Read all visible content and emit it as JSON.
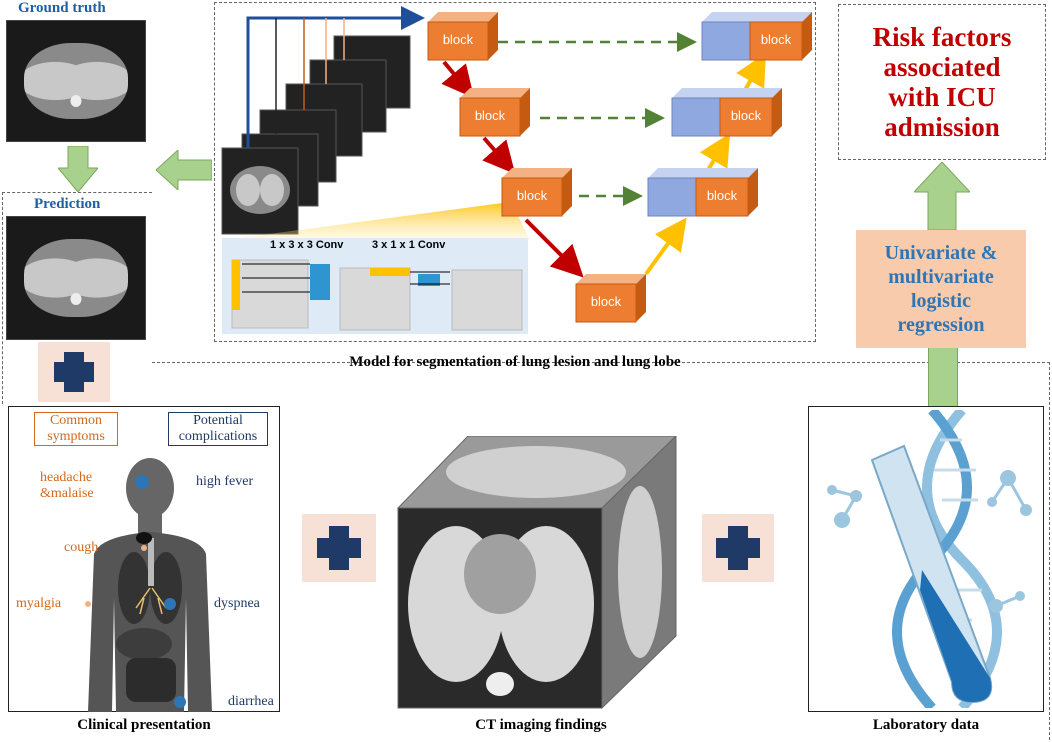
{
  "ground_truth": "Ground truth",
  "prediction": "Prediction",
  "model_caption": "Model for segmentation of lung lesion and lung lobe",
  "block_label": "block",
  "conv1": "1 x 3 x 3 Conv",
  "conv2": "3 x 1 x 1 Conv",
  "risk_line1": "Risk factors",
  "risk_line2": "associated",
  "risk_line3": "with  ICU",
  "risk_line4": "admission",
  "regression_line1": "Univariate &",
  "regression_line2": "multivariate",
  "regression_line3": "logistic",
  "regression_line4": "regression",
  "common_symptoms_1": "Common",
  "common_symptoms_2": "symptoms",
  "potential_complications_1": "Potential",
  "potential_complications_2": "complications",
  "headache_1": "headache",
  "headache_2": "&malaise",
  "high_fever": "high fever",
  "cough": "cough",
  "myalgia": "myalgia",
  "dyspnea": "dyspnea",
  "diarrhea": "diarrhea",
  "clinical_caption": "Clinical presentation",
  "ct_caption": "CT imaging findings",
  "lab_caption": "Laboratory data",
  "colors": {
    "block_orange": "#ed7d31",
    "block_blue": "#8fa8e0",
    "arrow_red": "#c00000",
    "arrow_green_dashed": "#548235",
    "arrow_yellow": "#ffc000",
    "flow_green": "#a9d18e",
    "risk_red": "#c00000",
    "regression_bg": "#f8cbad",
    "regression_text": "#2e75b6",
    "plus_navy": "#1f3a66"
  }
}
